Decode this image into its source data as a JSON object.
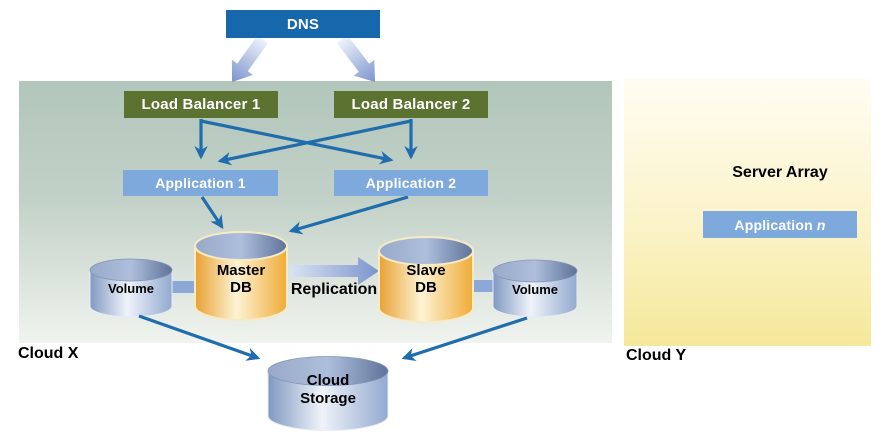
{
  "diagram": {
    "type": "cloud-architecture-diagram",
    "nodes": {
      "dns": "DNS",
      "load_balancer_1": "Load Balancer 1",
      "load_balancer_2": "Load Balancer 2",
      "application_1": "Application 1",
      "application_2": "Application 2",
      "master_db": {
        "line1": "Master",
        "line2": "DB"
      },
      "slave_db": {
        "line1": "Slave",
        "line2": "DB"
      },
      "volume_left": "Volume",
      "volume_right": "Volume",
      "cloud_storage": {
        "line1": "Cloud",
        "line2": "Storage"
      },
      "application_n": {
        "prefix": "Application",
        "suffix": "n"
      }
    },
    "regions": {
      "cloud_x": "Cloud X",
      "cloud_y": "Cloud Y",
      "server_array": "Server Array"
    },
    "labels": {
      "replication": "Replication"
    },
    "edges": [
      {
        "from": "DNS",
        "to": "Load Balancer 1",
        "type": "arrow"
      },
      {
        "from": "DNS",
        "to": "Load Balancer 2",
        "type": "arrow"
      },
      {
        "from": "Load Balancer 1",
        "to": "Application 1",
        "type": "arrow"
      },
      {
        "from": "Load Balancer 1",
        "to": "Application 2",
        "type": "arrow"
      },
      {
        "from": "Load Balancer 2",
        "to": "Application 1",
        "type": "arrow"
      },
      {
        "from": "Load Balancer 2",
        "to": "Application 2",
        "type": "arrow"
      },
      {
        "from": "Application 1",
        "to": "Master DB",
        "type": "arrow"
      },
      {
        "from": "Application 2",
        "to": "Master DB",
        "type": "arrow"
      },
      {
        "from": "Master DB",
        "to": "Slave DB",
        "type": "arrow",
        "label": "Replication"
      },
      {
        "from": "Volume (left)",
        "to": "Master DB",
        "type": "band"
      },
      {
        "from": "Slave DB",
        "to": "Volume (right)",
        "type": "band"
      },
      {
        "from": "Volume (left)",
        "to": "Cloud Storage",
        "type": "arrow"
      },
      {
        "from": "Volume (right)",
        "to": "Cloud Storage",
        "type": "arrow"
      }
    ],
    "colors": {
      "dns_box": "#1667ac",
      "load_balancer_box": "#5c7231",
      "application_box": "#7ea9dc",
      "db_cylinder_gold": "#efab37",
      "blue_cylinder": "#8099c2",
      "dark_arrow": "#1f6dac",
      "cloud_x_panel_top": "#b2c6bc",
      "cloud_x_panel_bottom": "#f0f3ee",
      "cloud_y_panel_top": "#fffdf2",
      "cloud_y_panel_bottom": "#f5e89a"
    }
  }
}
